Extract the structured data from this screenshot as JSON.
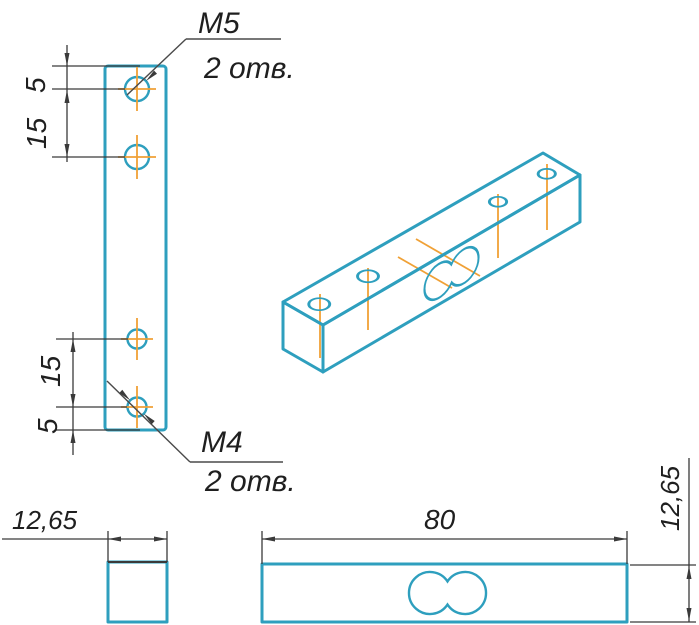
{
  "colors": {
    "background": "#ffffff",
    "outline": "#2e9fbe",
    "centerline": "#f0a136",
    "dimension": "#3a3a3a",
    "text": "#1f1f1f"
  },
  "callouts": {
    "top": {
      "thread": "M5",
      "count": "2 отв."
    },
    "bottom": {
      "thread": "M4",
      "count": "2 отв."
    }
  },
  "dims": {
    "side_top_edge_to_hole": "5",
    "side_top_hole_spacing": "15",
    "side_bottom_hole_spacing": "15",
    "side_bottom_edge_to_hole": "5",
    "end_width": "12,65",
    "length": "80",
    "height": "12,65"
  }
}
